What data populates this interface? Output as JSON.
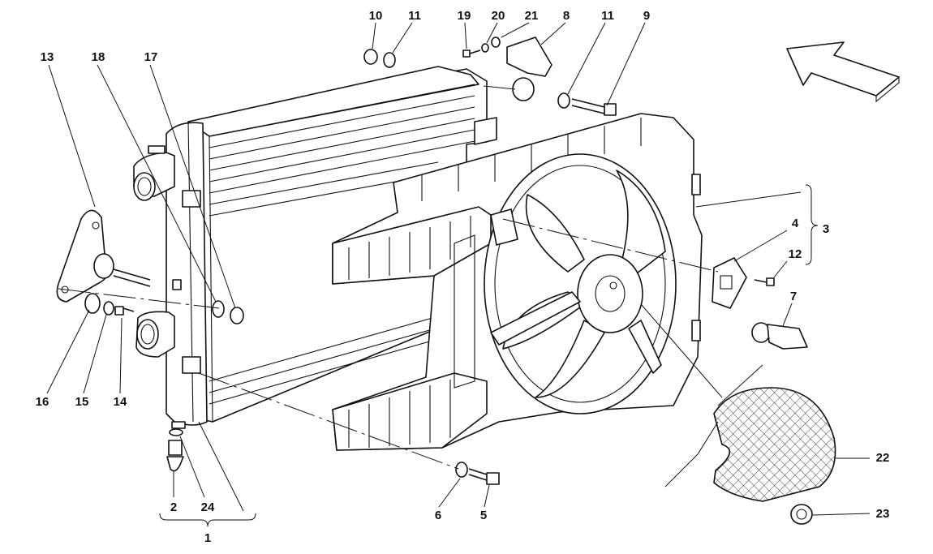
{
  "callouts": {
    "c1": "1",
    "c2": "2",
    "c3": "3",
    "c4": "4",
    "c5": "5",
    "c6": "6",
    "c7": "7",
    "c8": "8",
    "c9": "9",
    "c10": "10",
    "c11a": "11",
    "c11b": "11",
    "c12": "12",
    "c13": "13",
    "c14": "14",
    "c15": "15",
    "c16": "16",
    "c17": "17",
    "c18": "18",
    "c19": "19",
    "c20": "20",
    "c21": "21",
    "c22": "22",
    "c23": "23",
    "c24": "24"
  },
  "icons": {
    "direction": "direction-arrow-icon"
  },
  "colors": {
    "line": "#111111",
    "background": "#ffffff"
  }
}
